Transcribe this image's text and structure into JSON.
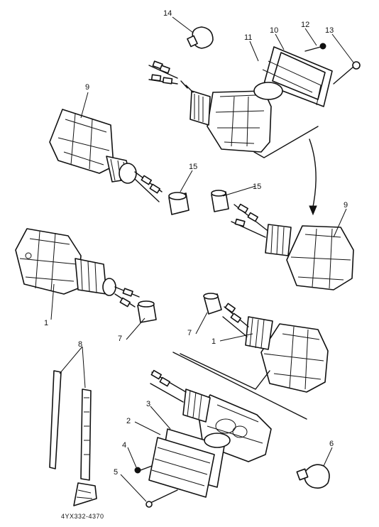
{
  "diagram": {
    "callouts": {
      "c1a": "1",
      "c1b": "1",
      "c2": "2",
      "c3": "3",
      "c4": "4",
      "c5": "5",
      "c6": "6",
      "c7a": "7",
      "c7b": "7",
      "c8": "8",
      "c9a": "9",
      "c9b": "9",
      "c10": "10",
      "c11": "11",
      "c12": "12",
      "c13": "13",
      "c14": "14",
      "c15a": "15",
      "c15b": "15"
    },
    "part_code": "4YX332-4370"
  }
}
